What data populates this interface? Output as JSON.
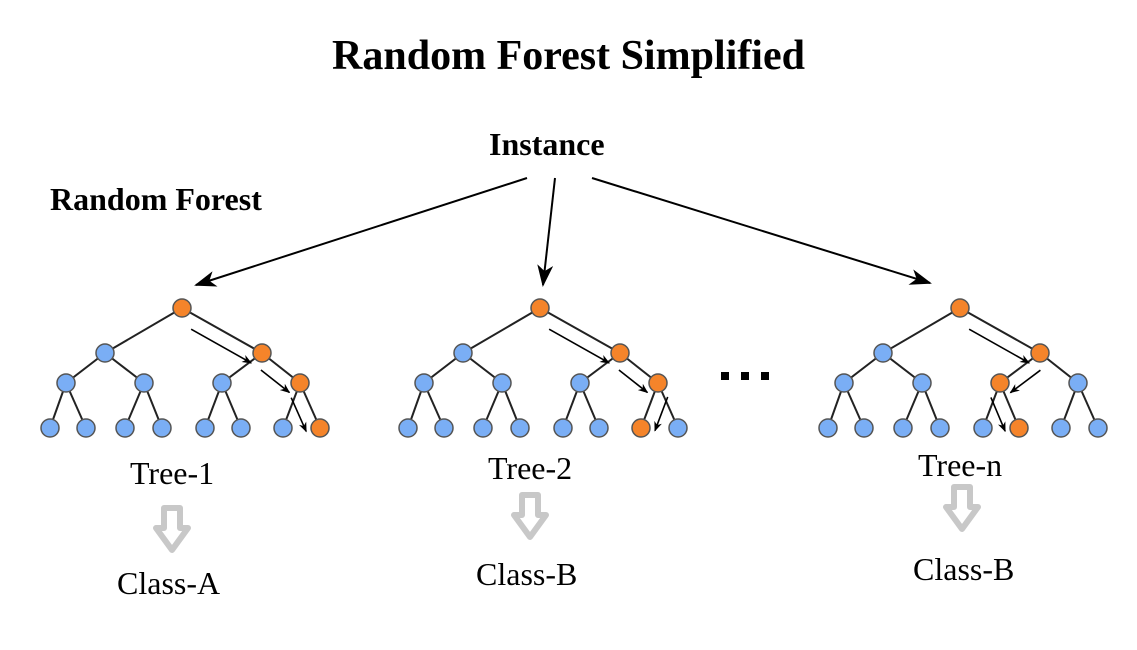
{
  "title": "Random Forest Simplified",
  "instance_label": "Instance",
  "forest_label": "Random Forest",
  "ellipsis": "...",
  "colors": {
    "node_default": "#7aaef5",
    "node_path": "#f5842a",
    "node_stroke": "#555555",
    "edge": "#222222",
    "class_arrow": "#c8c8c8"
  },
  "trees": [
    {
      "label": "Tree-1",
      "class": "Class-A",
      "path_nodes": [
        "root",
        "R",
        "RR",
        "RRR"
      ],
      "decision_arrows": [
        "root-R",
        "R-RR",
        "RR-RRR"
      ]
    },
    {
      "label": "Tree-2",
      "class": "Class-B",
      "path_nodes": [
        "root",
        "R",
        "RR",
        "RRL"
      ],
      "decision_arrows": [
        "root-R",
        "R-RR",
        "RR-RRL"
      ]
    },
    {
      "label": "Tree-n",
      "class": "Class-B",
      "path_nodes": [
        "root",
        "R",
        "RL",
        "RLR"
      ],
      "decision_arrows": [
        "root-R",
        "R-RL",
        "RL-RLR"
      ]
    }
  ]
}
